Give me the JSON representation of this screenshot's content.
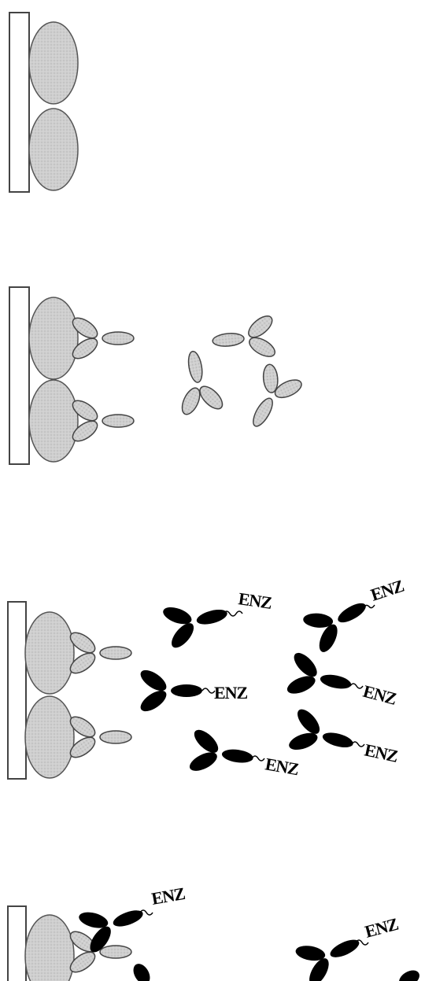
{
  "colors": {
    "surface_stroke": "#444444",
    "surface_fill": "#ffffff",
    "antigen_fill": "#c9c9c9",
    "antigen_stroke": "#555555",
    "primary_antibody_fill": "#cfcfcf",
    "primary_antibody_stroke": "#444444",
    "secondary_antibody_fill": "#000000",
    "linker_stroke": "#000000"
  },
  "labels": {
    "enzyme": "ENZ"
  },
  "panels": [
    {
      "id": "step-1",
      "title": "",
      "description_visible": false
    },
    {
      "id": "step-2",
      "title": "",
      "description_visible": false
    },
    {
      "id": "step-3",
      "title": "",
      "description_visible": false
    },
    {
      "id": "step-4",
      "title": "",
      "description_visible": false
    }
  ]
}
